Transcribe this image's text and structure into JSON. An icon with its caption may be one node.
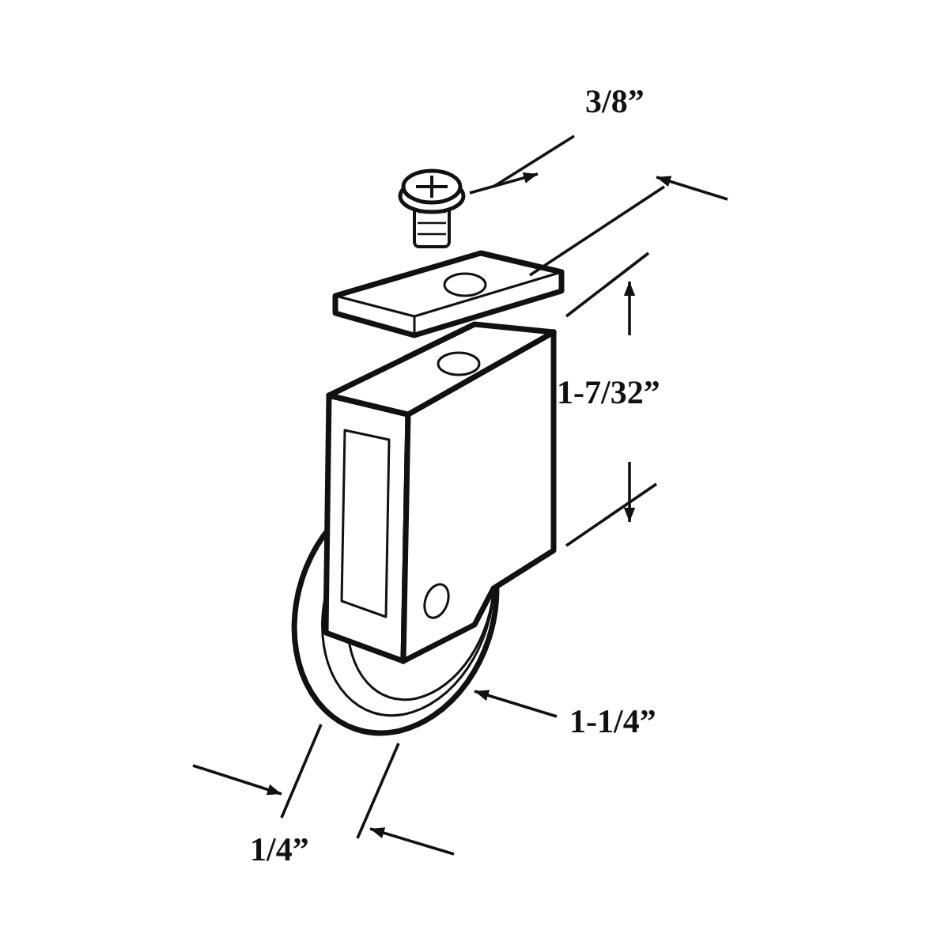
{
  "diagram": {
    "labels": [
      "3/8”",
      "1-7/32”",
      "1-1/4”",
      "1/4”"
    ]
  }
}
